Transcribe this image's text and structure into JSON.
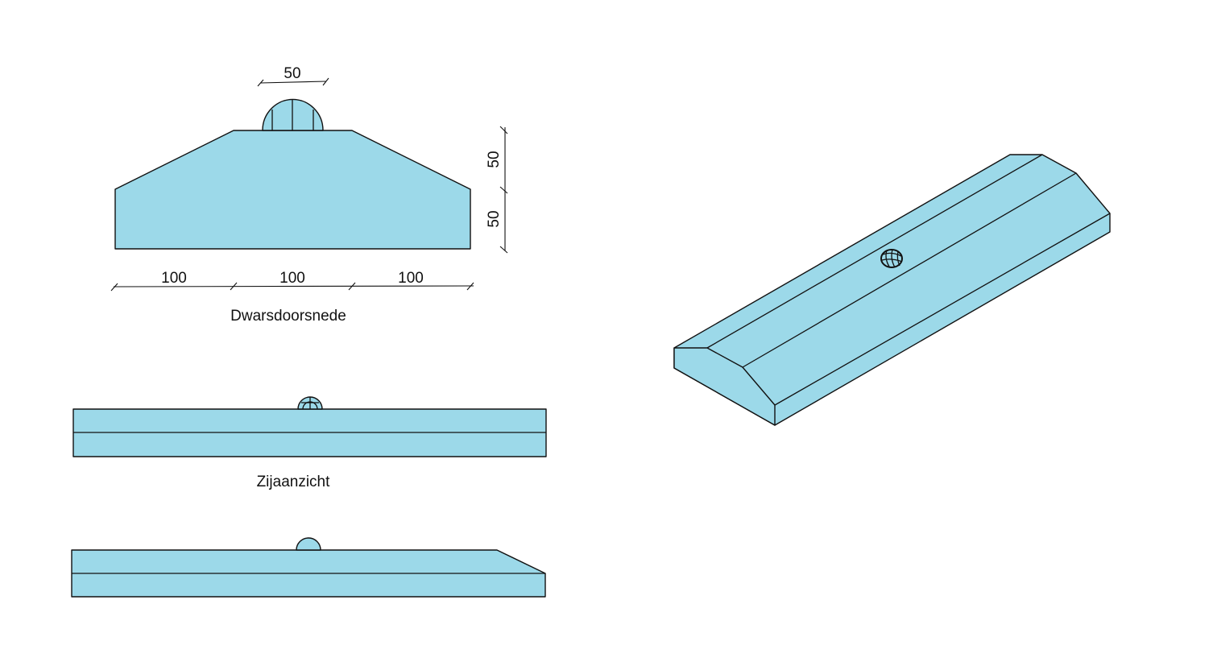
{
  "cross_section": {
    "caption": "Dwarsdoorsnede",
    "dim_top_width": "50",
    "dim_height_upper": "50",
    "dim_height_lower": "50",
    "dim_bottom": [
      "100",
      "100",
      "100"
    ]
  },
  "side_view": {
    "caption": "Zijaanzicht"
  },
  "colors": {
    "fill": "#9cd9e9",
    "stroke": "#111111"
  }
}
